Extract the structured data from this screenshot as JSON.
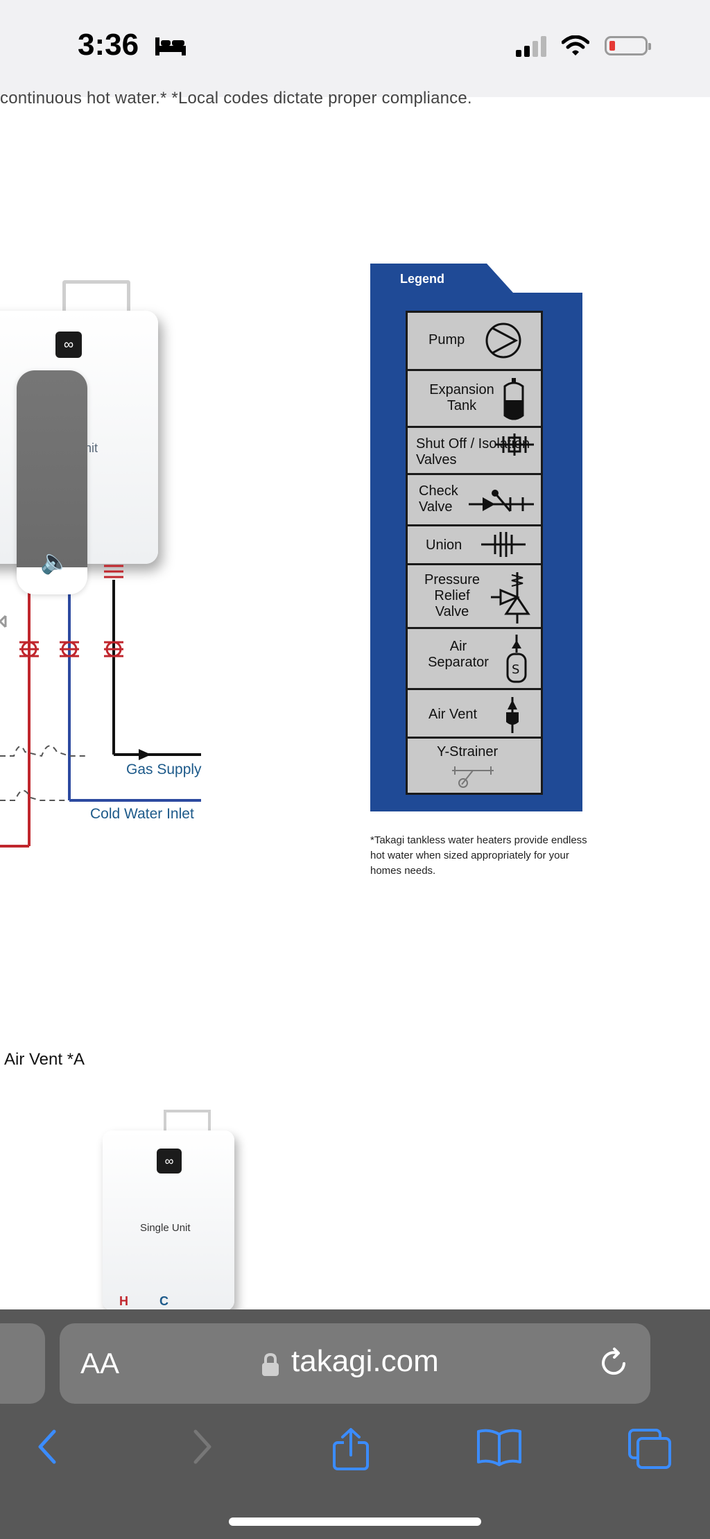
{
  "status_bar": {
    "time": "3:36",
    "sleep_icon": "bed-icon",
    "signal_icon": "cellular-signal-icon",
    "wifi_icon": "wifi-icon",
    "battery_icon": "battery-low-icon"
  },
  "page": {
    "intro_text": "continuous hot water.* *Local codes dictate proper compliance.",
    "unit_label_partial": "nit",
    "gas_supply_label": "Gas Supply",
    "cold_water_label": "Cold Water Inlet",
    "air_vent_label": "Air Vent *A",
    "legend": {
      "title": "Legend",
      "items": [
        {
          "label": "Pump",
          "symbol": "pump-symbol-icon"
        },
        {
          "label": "Expansion Tank",
          "symbol": "expansion-tank-symbol-icon"
        },
        {
          "label": "Shut Off / Isolation Valves",
          "symbol": "shutoff-valve-symbol-icon"
        },
        {
          "label": "Check Valve",
          "symbol": "check-valve-symbol-icon"
        },
        {
          "label": "Union",
          "symbol": "union-symbol-icon"
        },
        {
          "label": "Pressure Relief Valve",
          "symbol": "pressure-relief-valve-symbol-icon"
        },
        {
          "label": "Air Separator",
          "symbol": "air-separator-symbol-icon"
        },
        {
          "label": "Air Vent",
          "symbol": "air-vent-symbol-icon"
        },
        {
          "label": "Y-Strainer",
          "symbol": "y-strainer-symbol-icon"
        }
      ],
      "colors": {
        "panel": "#1f4a96",
        "box": "#c9c9c9"
      }
    },
    "footnote": "*Takagi tankless water heaters provide endless hot water when sized appropriately for your homes needs.",
    "unit2": {
      "label": "Single Unit",
      "hot_label": "H",
      "cold_label": "C"
    },
    "colors": {
      "hot_pipe": "#c0262d",
      "cold_pipe": "#2d4aa0",
      "gas_pipe": "#111111"
    }
  },
  "volume_hud": {
    "level": 0.88,
    "icon": "speaker-icon"
  },
  "browser": {
    "text_size_button": "AA",
    "url": "takagi.com",
    "lock_icon": "lock-icon",
    "reload_icon": "reload-icon",
    "toolbar": {
      "back": "back-chevron-icon",
      "forward": "forward-chevron-icon",
      "share": "share-icon",
      "bookmarks": "bookmarks-icon",
      "tabs": "tabs-icon"
    }
  }
}
